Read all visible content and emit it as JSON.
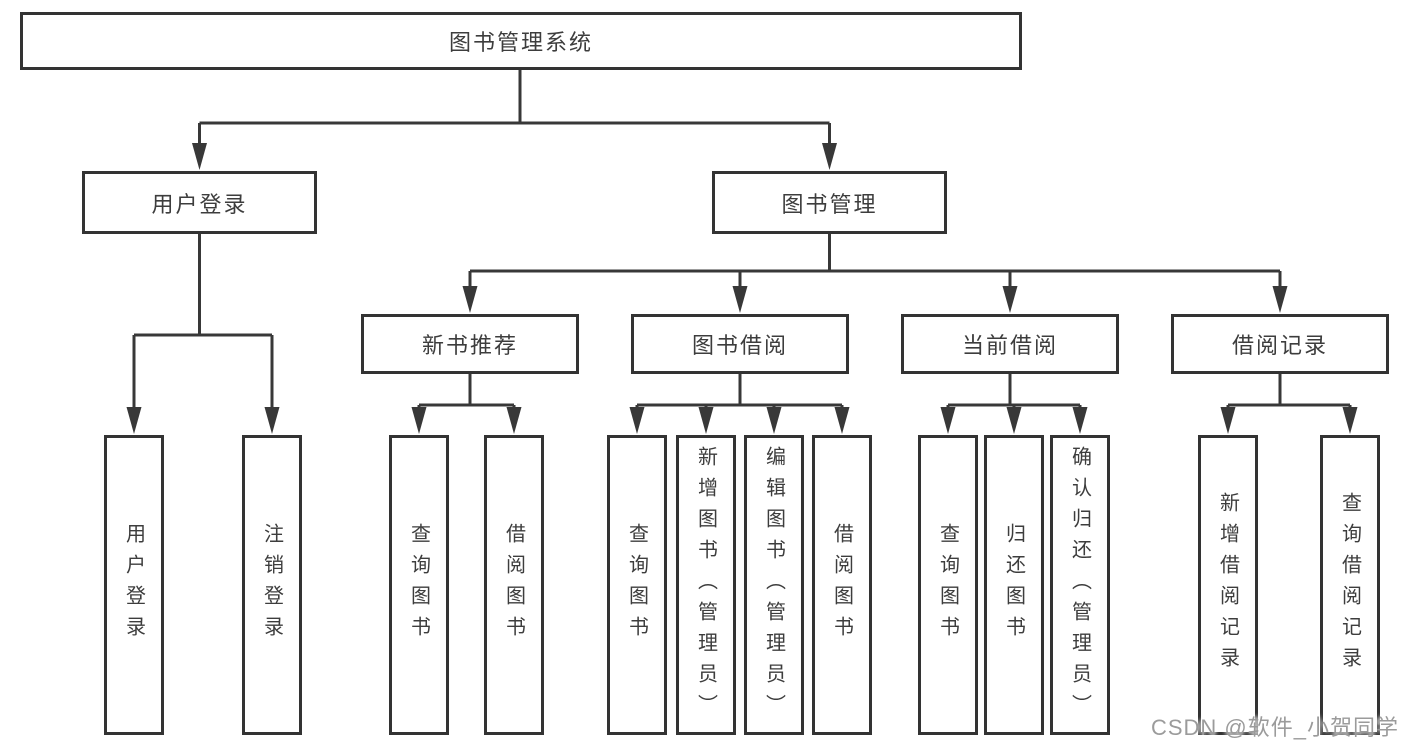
{
  "tree": {
    "root": {
      "label": "图书管理系统"
    },
    "branches": [
      {
        "label": "用户登录",
        "children": [
          {
            "label": "用户登录"
          },
          {
            "label": "注销登录"
          }
        ]
      },
      {
        "label": "图书管理",
        "children": [
          {
            "label": "新书推荐",
            "children": [
              {
                "label": "查询图书"
              },
              {
                "label": "借阅图书"
              }
            ]
          },
          {
            "label": "图书借阅",
            "children": [
              {
                "label": "查询图书"
              },
              {
                "label": "新增图书（管理员）"
              },
              {
                "label": "编辑图书（管理员）"
              },
              {
                "label": "借阅图书"
              }
            ]
          },
          {
            "label": "当前借阅",
            "children": [
              {
                "label": "查询图书"
              },
              {
                "label": "归还图书"
              },
              {
                "label": "确认归还（管理员）"
              }
            ]
          },
          {
            "label": "借阅记录",
            "children": [
              {
                "label": "新增借阅记录"
              },
              {
                "label": "查询借阅记录"
              }
            ]
          }
        ]
      }
    ]
  },
  "colors": {
    "line": "#383838",
    "border": "#333333",
    "text": "#3d3d3d",
    "watermark": "#9b9b9b",
    "background": "#ffffff"
  },
  "watermark": "CSDN @软件_小贺同学"
}
